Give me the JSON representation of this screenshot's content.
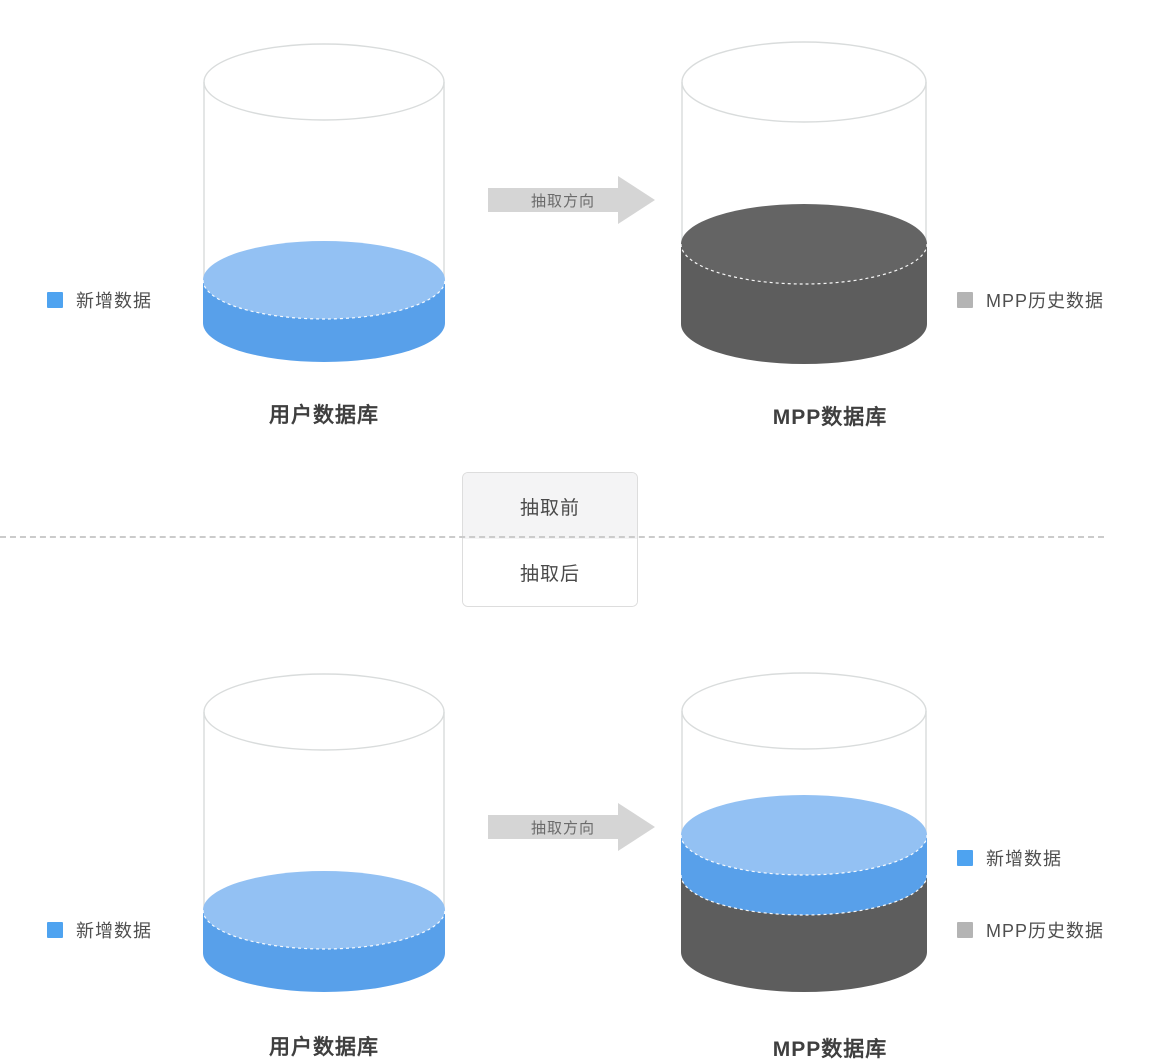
{
  "colors": {
    "new_data_top": "#93c1f3",
    "new_data_side": "#58a0ea",
    "history_top": "#646464",
    "history_side": "#5d5d5d",
    "legend_new": "#4ea3f0",
    "legend_history": "#b4b4b4",
    "glass_stroke": "#d9dcdc",
    "arrow_fill": "#d5d5d5",
    "divider_dash": "#cbcbcb",
    "box_border": "#dddddd",
    "box_top_bg": "#f4f4f5",
    "title_text": "#3f3f3f",
    "body_text": "#4f4f4f",
    "arrow_text": "#6b6b6b"
  },
  "divider": {
    "before_label": "抽取前",
    "after_label": "抽取后"
  },
  "before": {
    "new_data_legend": "新增数据",
    "user_db_title": "用户数据库",
    "arrow_label": "抽取方向",
    "mpp_db_title": "MPP数据库",
    "history_legend": "MPP历史数据"
  },
  "after": {
    "new_data_legend": "新增数据",
    "user_db_title": "用户数据库",
    "arrow_label": "抽取方向",
    "mpp_db_title": "MPP数据库",
    "new_data_legend_right": "新增数据",
    "history_legend": "MPP历史数据"
  }
}
